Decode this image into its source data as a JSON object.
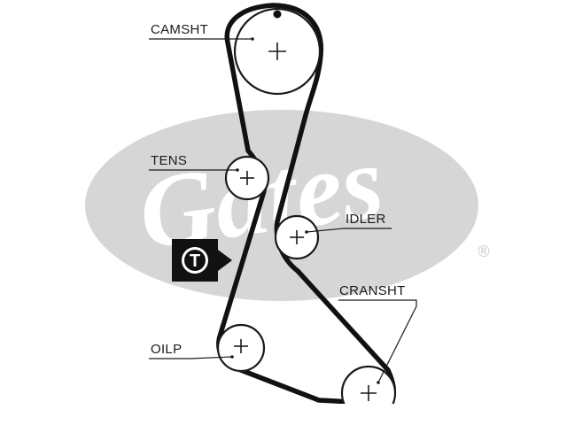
{
  "diagram": {
    "watermark": {
      "brand_text": "Gates",
      "registered_mark": "®",
      "color": "#d6d6d6"
    },
    "pulleys": [
      {
        "id": "camshaft",
        "label": "CAMSHT"
      },
      {
        "id": "tensioner",
        "label": "TENS"
      },
      {
        "id": "idler",
        "label": "IDLER"
      },
      {
        "id": "crankshaft",
        "label": "CRANSHT"
      },
      {
        "id": "oil-pump",
        "label": "OILP"
      }
    ],
    "tensioner_marker": {
      "letter": "T",
      "color": "#111111"
    },
    "belt_color": "#111111"
  }
}
